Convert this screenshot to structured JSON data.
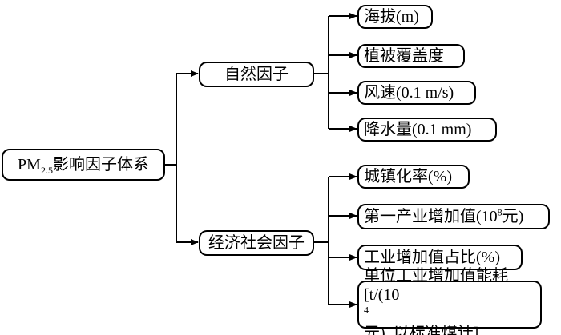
{
  "root": {
    "pm": "PM",
    "sub": "2.5",
    "rest": "影响因子体系"
  },
  "natural": {
    "label": "自然因子",
    "items": [
      "海拔(m)",
      "植被覆盖度",
      "风速(0.1 m/s)",
      "降水量(0.1 mm)"
    ]
  },
  "socio": {
    "label": "经济社会因子",
    "item1": "城镇化率(%)",
    "item2": {
      "pre": "第一产业增加值(10",
      "sup": "8",
      "post": "元)"
    },
    "item3": "工业增加值占比(%)",
    "item4": {
      "line1": "单位工业增加值能耗",
      "pre": "[t/(10",
      "sup": "4",
      "post": "元), 以标准煤计]"
    }
  }
}
